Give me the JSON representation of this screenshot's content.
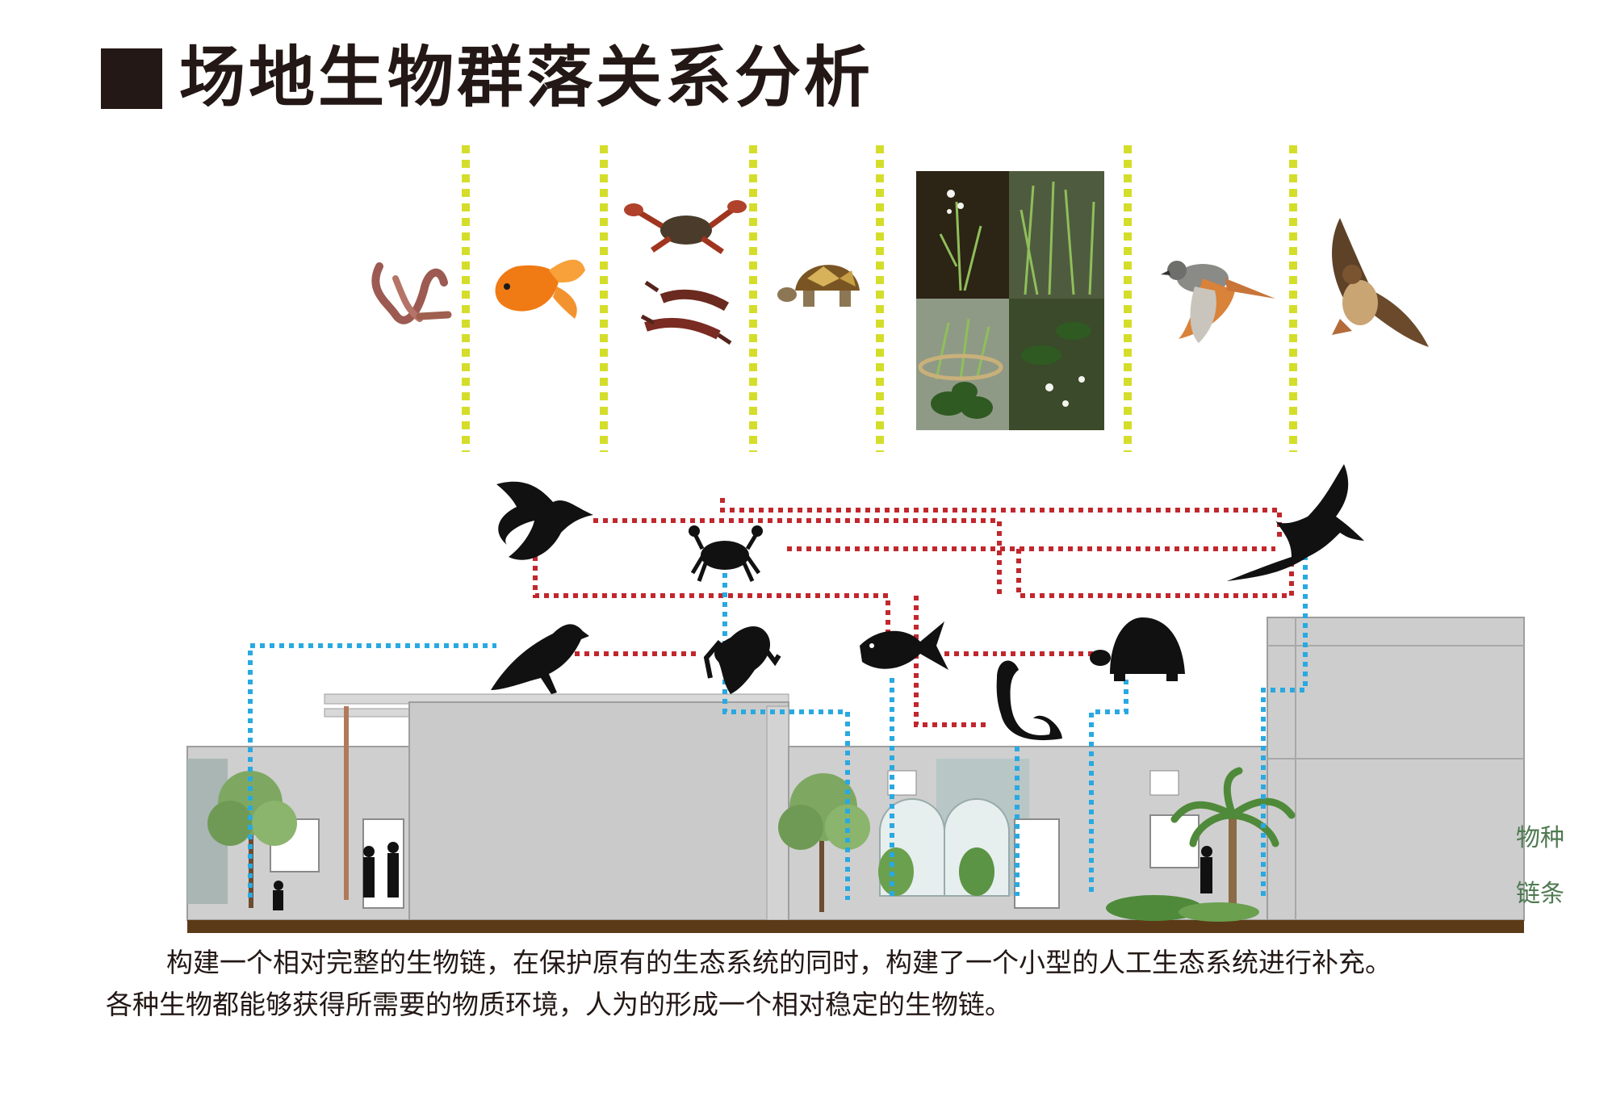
{
  "title": "场地生物群落关系分析",
  "caption": {
    "line1": "构建一个相对完整的生物链，在保护原有的生态系统的同时，构建了一个小型的人工生态系统进行补充。",
    "line2": "各种生物都能够获得所需要的物质环境，人为的形成一个相对稳定的生物链。"
  },
  "side_labels": {
    "label1": "物种",
    "label2": "链条"
  },
  "colors": {
    "title_block": "#231815",
    "divider_dashes": "#d4de2a",
    "predation_link": "#c1272d",
    "habitat_link": "#29a9e1",
    "building": "#c9c9c9",
    "ground": "#5b3a17",
    "silhouette": "#111111"
  },
  "photo_row": [
    "earthworm-photo",
    "goldfish-photo",
    "crab-crayfish-photo",
    "tortoise-photo",
    "aquatic-plants-photo",
    "small-bird-photo",
    "hawk-photo"
  ],
  "silhouette_nodes": [
    "swallow-icon",
    "crab-icon",
    "eagle-icon",
    "small-bird-icon",
    "crayfish-icon",
    "fish-icon",
    "tortoise-icon",
    "earthworm-icon"
  ]
}
